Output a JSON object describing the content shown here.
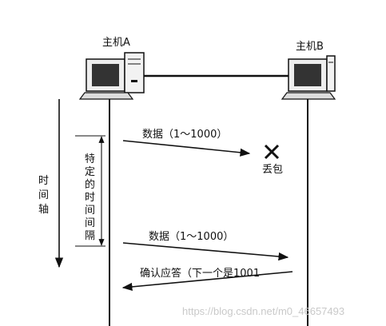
{
  "host_a": {
    "label": "主机A"
  },
  "host_b": {
    "label": "主机B"
  },
  "time_axis": {
    "label": "时间轴",
    "chars": [
      "时",
      "间",
      "轴"
    ]
  },
  "interval": {
    "label": "特定的时间间隔",
    "chars": [
      "特",
      "定",
      "的",
      "时",
      "间",
      "间",
      "隔"
    ]
  },
  "messages": {
    "data_1": "数据（1～1000）",
    "lost": "丢包",
    "data_2": "数据（1～1000）",
    "ack": "确认应答（下一个是1001"
  },
  "watermark": "https://blog.csdn.net/m0_46657493",
  "colors": {
    "line": "#111111",
    "screen": "#333333",
    "watermark": "#c9c9c9"
  }
}
